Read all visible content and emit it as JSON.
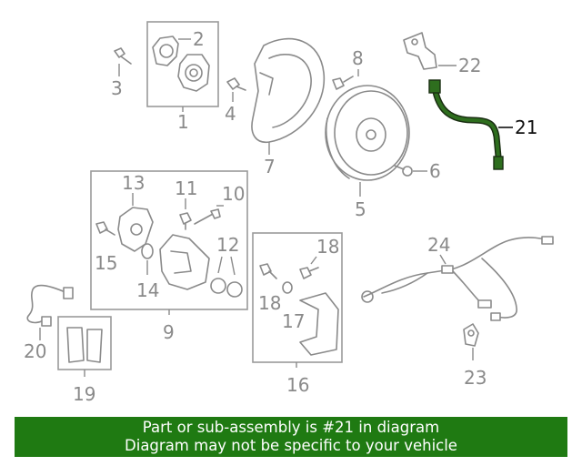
{
  "callouts": {
    "c1": "1",
    "c2": "2",
    "c3": "3",
    "c4": "4",
    "c5": "5",
    "c6": "6",
    "c7": "7",
    "c8": "8",
    "c9": "9",
    "c10": "10",
    "c11": "11",
    "c12": "12",
    "c13": "13",
    "c14": "14",
    "c15": "15",
    "c16": "16",
    "c17": "17",
    "c18a": "18",
    "c18b": "18",
    "c19": "19",
    "c20": "20",
    "c21": "21",
    "c22": "22",
    "c23": "23",
    "c24": "24"
  },
  "highlight_part": "21",
  "banner": {
    "line1": "Part or sub-assembly is #21 in diagram",
    "line2": "Diagram may not be specific to your vehicle"
  },
  "colors": {
    "banner_bg": "#1f7a12",
    "highlight_part": "#2e6e1e",
    "line_art": "#8a8a8a"
  }
}
